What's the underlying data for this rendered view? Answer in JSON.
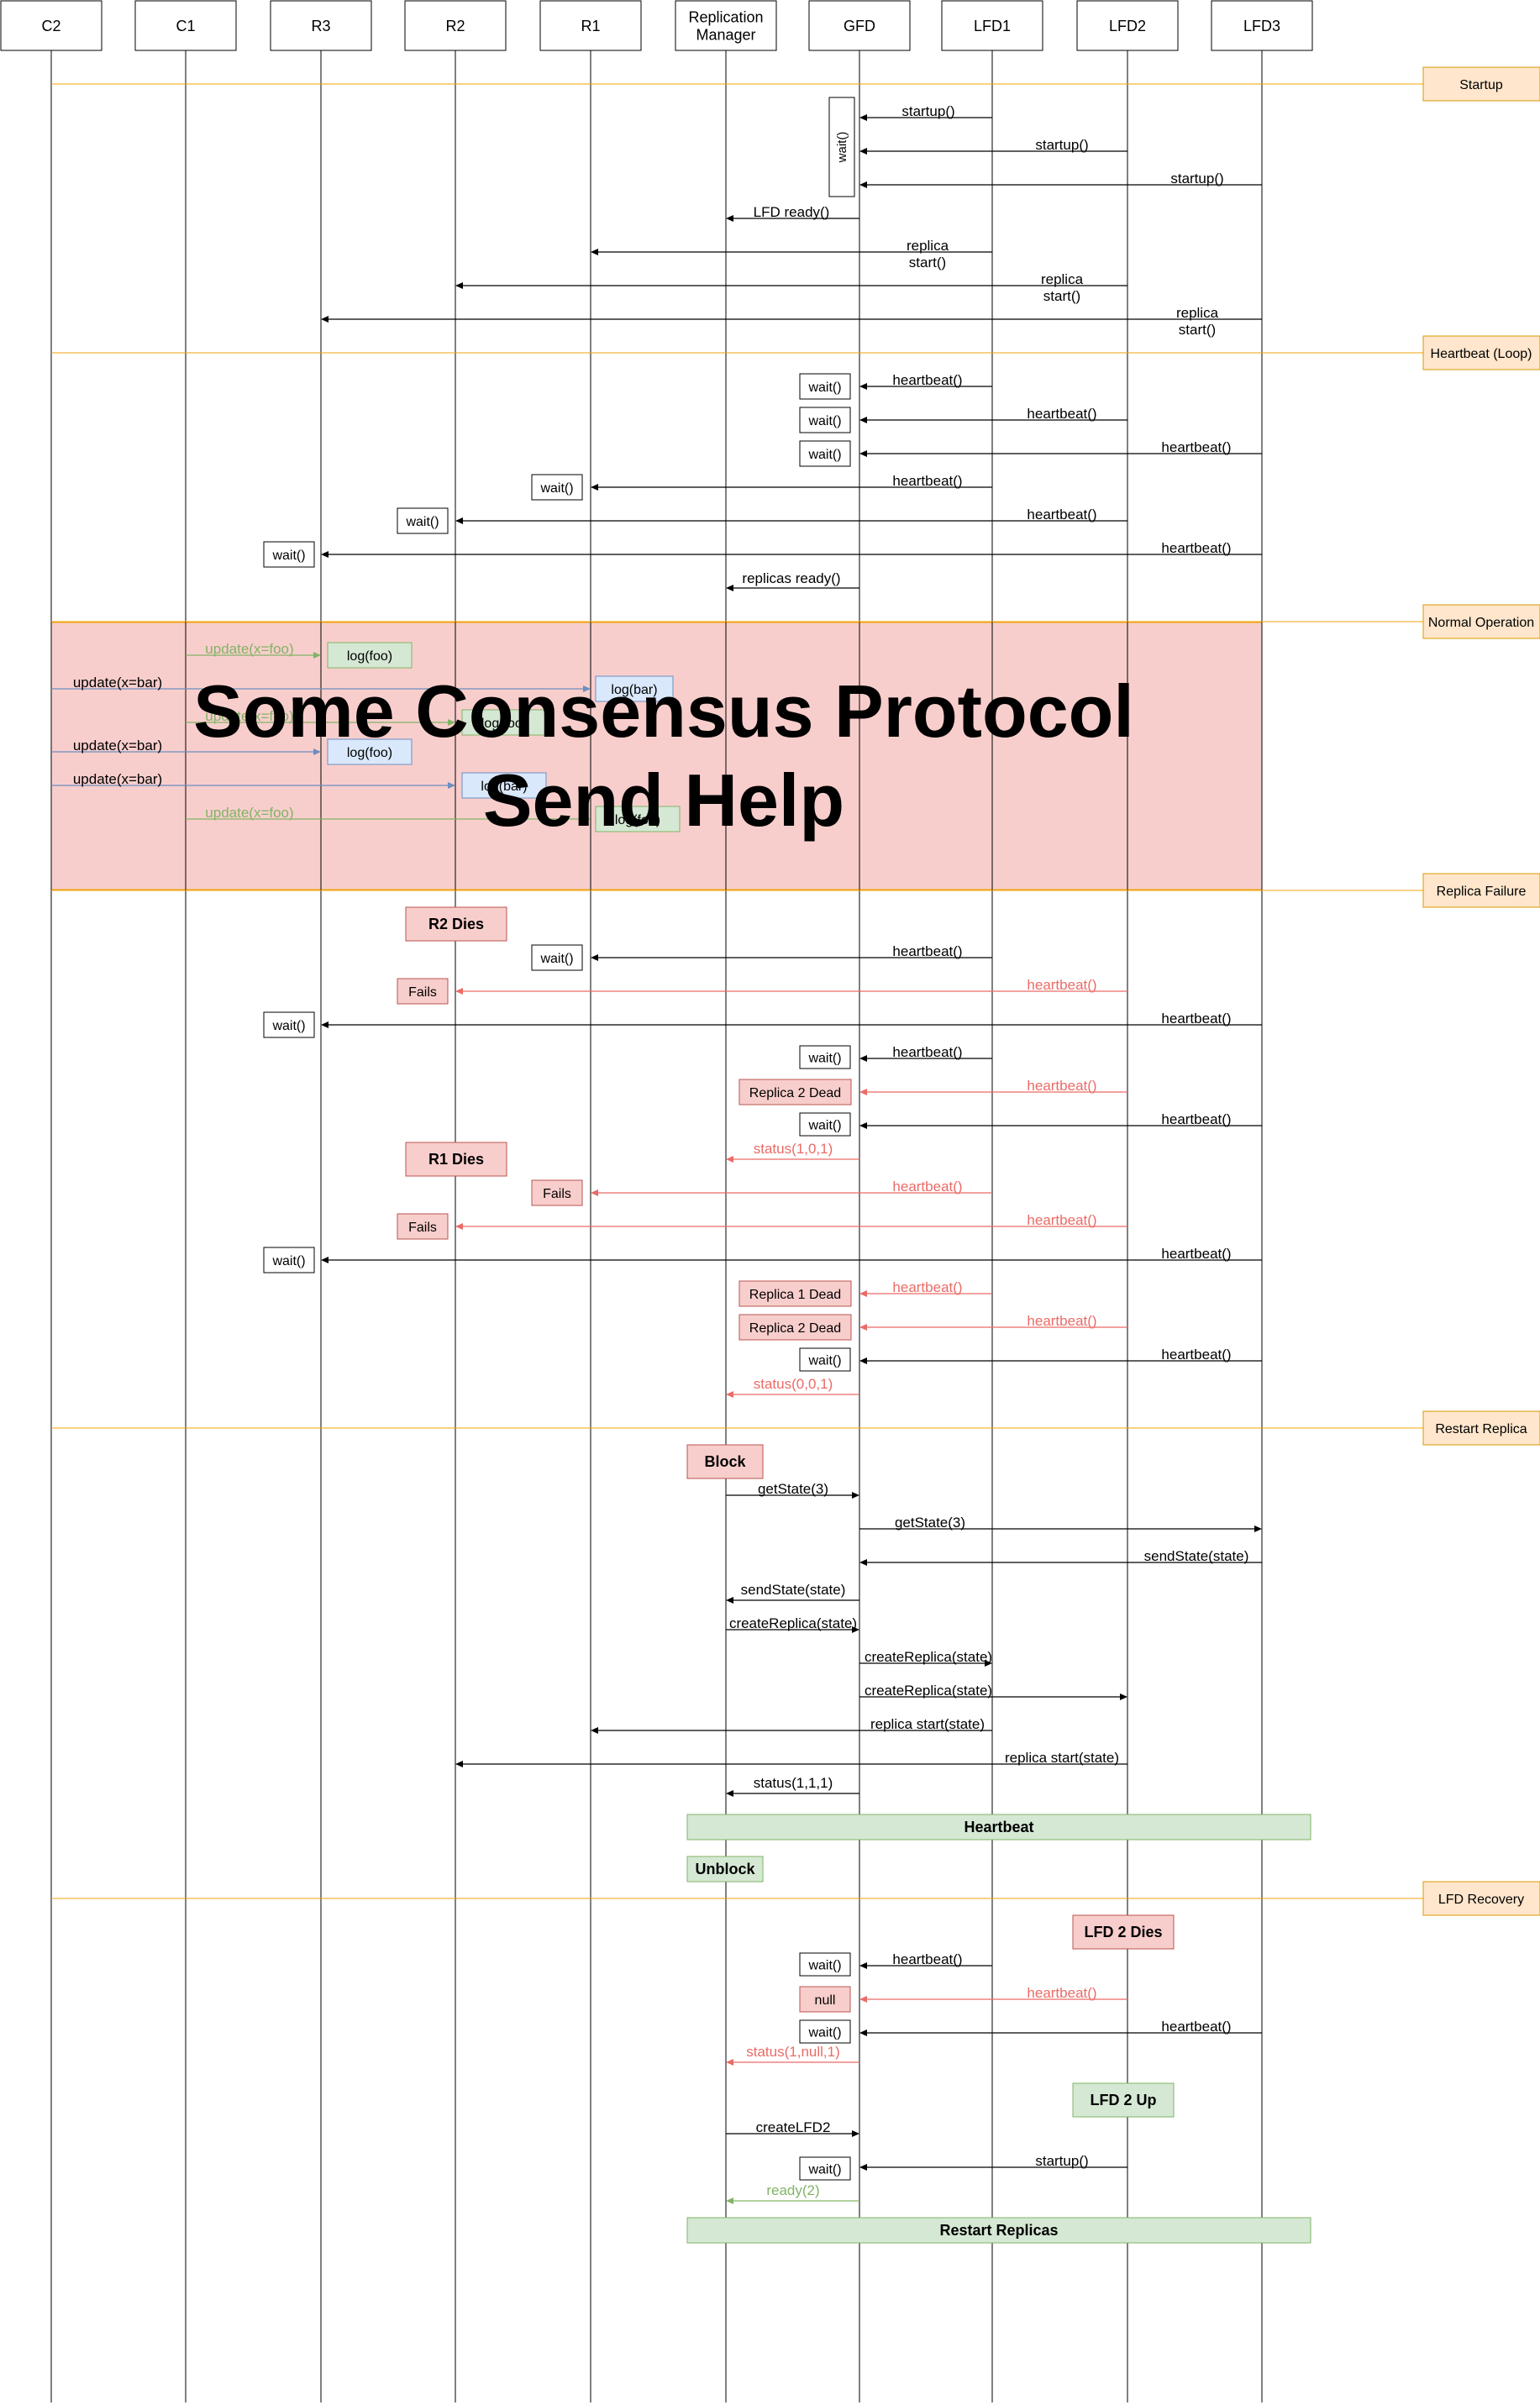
{
  "lifelines": [
    {
      "id": "C2",
      "label": "C2"
    },
    {
      "id": "C1",
      "label": "C1"
    },
    {
      "id": "R3",
      "label": "R3"
    },
    {
      "id": "R2",
      "label": "R2"
    },
    {
      "id": "R1",
      "label": "R1"
    },
    {
      "id": "RM",
      "label": "Replication\nManager"
    },
    {
      "id": "GFD",
      "label": "GFD"
    },
    {
      "id": "LFD1",
      "label": "LFD1"
    },
    {
      "id": "LFD2",
      "label": "LFD2"
    },
    {
      "id": "LFD3",
      "label": "LFD3"
    }
  ],
  "sections": [
    {
      "label": "Startup"
    },
    {
      "label": "Heartbeat (Loop)"
    },
    {
      "label": "Normal Operation"
    },
    {
      "label": "Replica Failure"
    },
    {
      "label": "Restart Replica"
    },
    {
      "label": "LFD Recovery"
    }
  ],
  "overlay": {
    "line1": "Some Consensus Protocol",
    "line2": "Send Help"
  },
  "colors": {
    "black": "#000000",
    "failure_red": "#ea6b66",
    "success_green": "#82b366",
    "update_blue": "#6c8ebf",
    "section_line": "#f0a30a",
    "section_fill": "#ffe6cc",
    "section_stroke": "#d79b00",
    "dead_fill": "#f8cecc",
    "dead_stroke": "#b85450",
    "ok_fill": "#d5e8d4",
    "log_blue_fill": "#dae8fc",
    "normal_band_fill": "#f8cecc"
  },
  "messages": [
    {
      "label": "startup()"
    },
    {
      "label": "startup()"
    },
    {
      "label": "startup()"
    },
    {
      "label": "LFD ready()"
    },
    {
      "label": "replica\nstart()"
    },
    {
      "label": "replica\nstart()"
    },
    {
      "label": "replica\nstart()"
    },
    {
      "label": "heartbeat()"
    },
    {
      "label": "heartbeat()"
    },
    {
      "label": "heartbeat()"
    },
    {
      "label": "heartbeat()"
    },
    {
      "label": "heartbeat()"
    },
    {
      "label": "heartbeat()"
    },
    {
      "label": "replicas ready()"
    },
    {
      "label": "update(x=foo)"
    },
    {
      "label": "update(x=bar)"
    },
    {
      "label": "update(x=foo)"
    },
    {
      "label": "update(x=bar)"
    },
    {
      "label": "update(x=bar)"
    },
    {
      "label": "update(x=foo)"
    },
    {
      "label": "heartbeat()"
    },
    {
      "label": "heartbeat()"
    },
    {
      "label": "heartbeat()"
    },
    {
      "label": "heartbeat()"
    },
    {
      "label": "heartbeat()"
    },
    {
      "label": "heartbeat()"
    },
    {
      "label": "status(1,0,1)"
    },
    {
      "label": "heartbeat()"
    },
    {
      "label": "heartbeat()"
    },
    {
      "label": "heartbeat()"
    },
    {
      "label": "heartbeat()"
    },
    {
      "label": "heartbeat()"
    },
    {
      "label": "heartbeat()"
    },
    {
      "label": "status(0,0,1)"
    },
    {
      "label": "getState(3)"
    },
    {
      "label": "getState(3)"
    },
    {
      "label": "sendState(state)"
    },
    {
      "label": "sendState(state)"
    },
    {
      "label": "createReplica(state)"
    },
    {
      "label": "createReplica(state)"
    },
    {
      "label": "createReplica(state)"
    },
    {
      "label": "replica start(state)"
    },
    {
      "label": "replica start(state)"
    },
    {
      "label": "status(1,1,1)"
    },
    {
      "label": "heartbeat()"
    },
    {
      "label": "heartbeat()"
    },
    {
      "label": "heartbeat()"
    },
    {
      "label": "status(1,null,1)"
    },
    {
      "label": "createLFD2"
    },
    {
      "label": "startup()"
    },
    {
      "label": "ready(2)"
    }
  ],
  "boxes": [
    {
      "label": "wait()",
      "vertical": true
    },
    {
      "label": "wait()"
    },
    {
      "label": "wait()"
    },
    {
      "label": "wait()"
    },
    {
      "label": "wait()"
    },
    {
      "label": "wait()"
    },
    {
      "label": "wait()"
    },
    {
      "label": "log(foo)"
    },
    {
      "label": "log(bar)"
    },
    {
      "label": "log(foo)"
    },
    {
      "label": "log(foo)"
    },
    {
      "label": "log(bar)"
    },
    {
      "label": "log(foo)"
    },
    {
      "label": "R2 Dies"
    },
    {
      "label": "wait()"
    },
    {
      "label": "Fails"
    },
    {
      "label": "wait()"
    },
    {
      "label": "wait()"
    },
    {
      "label": "Replica 2 Dead"
    },
    {
      "label": "wait()"
    },
    {
      "label": "R1 Dies"
    },
    {
      "label": "Fails"
    },
    {
      "label": "Fails"
    },
    {
      "label": "wait()"
    },
    {
      "label": "Replica 1 Dead"
    },
    {
      "label": "Replica 2 Dead"
    },
    {
      "label": "wait()"
    },
    {
      "label": "Block"
    },
    {
      "label": "Heartbeat"
    },
    {
      "label": "Unblock"
    },
    {
      "label": "LFD 2 Dies"
    },
    {
      "label": "wait()"
    },
    {
      "label": "null"
    },
    {
      "label": "wait()"
    },
    {
      "label": "LFD 2 Up"
    },
    {
      "label": "wait()"
    },
    {
      "label": "Restart Replicas"
    }
  ]
}
